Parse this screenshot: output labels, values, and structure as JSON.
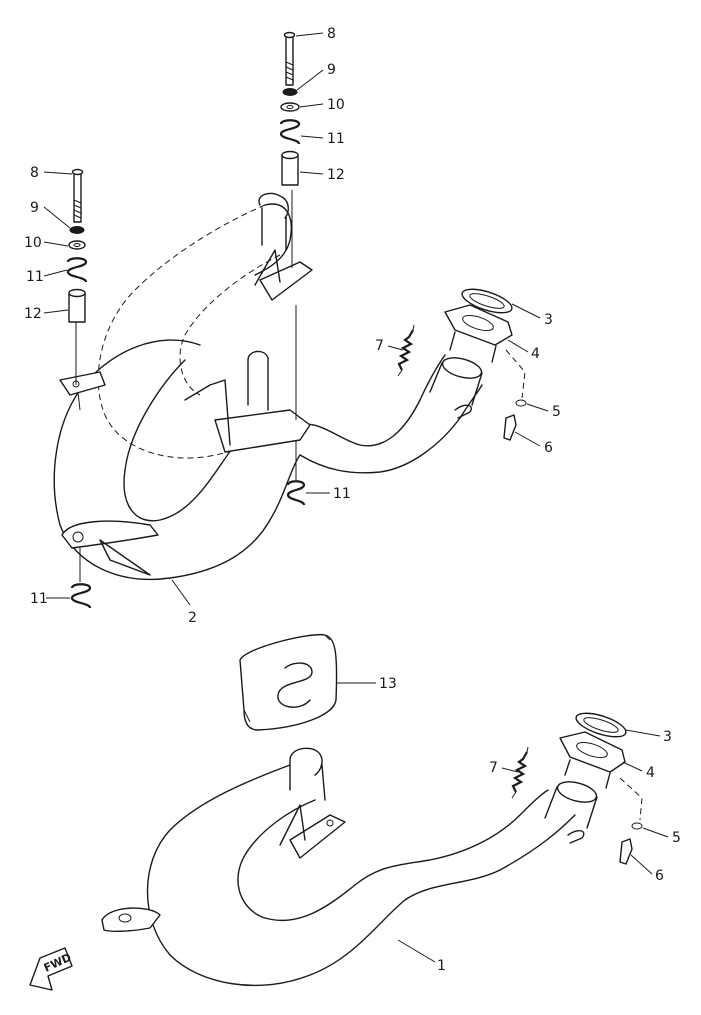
{
  "callouts": {
    "p1": "1",
    "p2": "2",
    "p3a": "3",
    "p4a": "4",
    "p5a": "5",
    "p6a": "6",
    "p7a": "7",
    "p3b": "3",
    "p4b": "4",
    "p5b": "5",
    "p6b": "6",
    "p7b": "7",
    "p8a": "8",
    "p9a": "9",
    "p10a": "10",
    "p11a": "11",
    "p12a": "12",
    "p8b": "8",
    "p9b": "9",
    "p10b": "10",
    "p11b": "11",
    "p12b": "12",
    "p11c": "11",
    "p11d": "11",
    "p13": "13"
  },
  "direction_marker": {
    "label": "FWD"
  }
}
